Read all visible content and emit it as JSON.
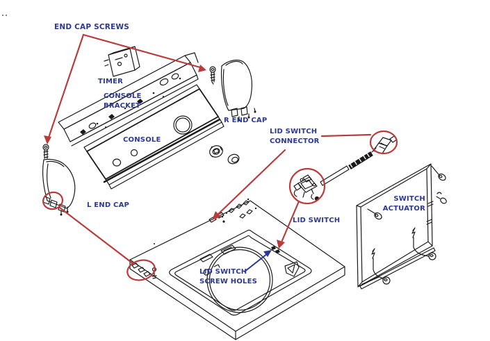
{
  "colors": {
    "background": "#ffffff",
    "linework": "#1b1b1b",
    "annotation_red": "#b93c3c",
    "label_blue": "#2c3897"
  },
  "labels": {
    "end_cap_screws": "END CAP SCREWS",
    "timer": "TIMER",
    "console_bracket": "CONSOLE\nBRACKET",
    "console": "CONSOLE",
    "r_end_cap": "R END CAP",
    "l_end_cap": "L END CAP",
    "lid_switch_connector": "LID SWITCH\nCONNECTOR",
    "lid_switch": "LID SWITCH",
    "lid_switch_screw_holes": "LID SWITCH\nSCREW HOLES",
    "switch_actuator": "SWITCH\nACTUATOR"
  }
}
